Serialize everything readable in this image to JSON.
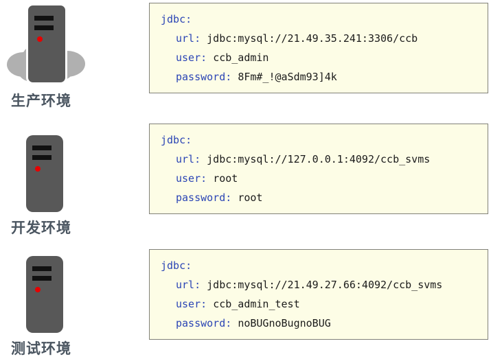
{
  "environments": [
    {
      "id": "production",
      "label": "生产环境",
      "icon": "server-tower-cloud-icon",
      "has_cloud": true,
      "config": {
        "root_key": "jdbc:",
        "entries": [
          {
            "key": "url:",
            "value": "jdbc:mysql://21.49.35.241:3306/ccb"
          },
          {
            "key": "user:",
            "value": "ccb_admin"
          },
          {
            "key": "password:",
            "value": "8Fm#_!@aSdm93]4k"
          }
        ]
      }
    },
    {
      "id": "development",
      "label": "开发环境",
      "icon": "server-tower-icon",
      "has_cloud": false,
      "config": {
        "root_key": "jdbc:",
        "entries": [
          {
            "key": "url:",
            "value": "jdbc:mysql://127.0.0.1:4092/ccb_svms"
          },
          {
            "key": "user:",
            "value": "root"
          },
          {
            "key": "password:",
            "value": "root"
          }
        ]
      }
    },
    {
      "id": "test",
      "label": "测试环境",
      "icon": "server-tower-icon",
      "has_cloud": false,
      "config": {
        "root_key": "jdbc:",
        "entries": [
          {
            "key": "url:",
            "value": "jdbc:mysql://21.49.27.66:4092/ccb_svms"
          },
          {
            "key": "user:",
            "value": "ccb_admin_test"
          },
          {
            "key": "password:",
            "value": "noBUGnoBugnoBUG"
          }
        ]
      }
    }
  ],
  "colors": {
    "panel_background": "#fdfde6",
    "panel_border": "#808078",
    "key_text": "#2b45b5",
    "value_text": "#1b1b1b",
    "label_text": "#4a5560",
    "server_body": "#585858",
    "server_slot": "#111111",
    "server_led": "#e60000",
    "cloud": "#b0b0b0"
  }
}
